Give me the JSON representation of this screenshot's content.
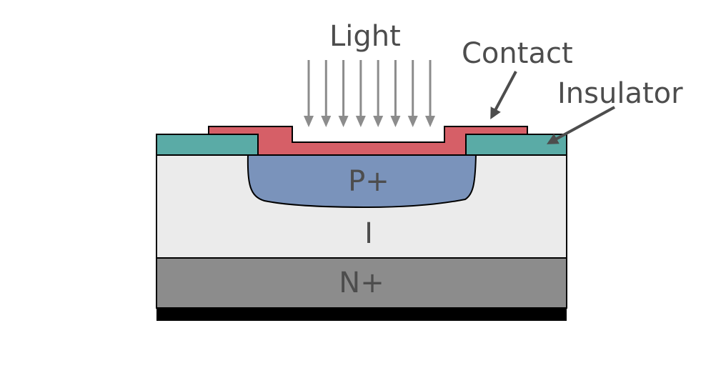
{
  "diagram": {
    "labels": {
      "light": "Light",
      "contact": "Contact",
      "insulator": "Insulator",
      "p_plus": "P+",
      "intrinsic": "I",
      "n_plus": "N+"
    },
    "light_arrow_count": 8,
    "colors": {
      "insulator": "#5aaba6",
      "contact": "#d65f67",
      "p_region": "#7a93bb",
      "i_region": "#ebebeb",
      "n_region": "#8c8c8c",
      "back_contact": "#000000",
      "arrow": "#8c8c8c",
      "pointer": "#4d4d4d",
      "text": "#4d4d4d"
    }
  }
}
